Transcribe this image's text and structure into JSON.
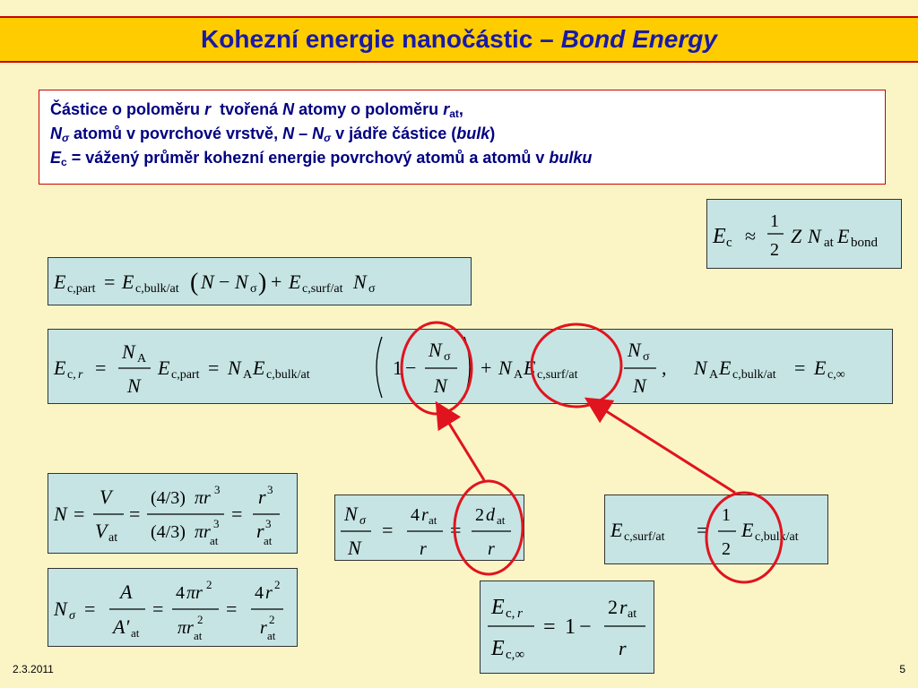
{
  "title": {
    "main": "Kohezní energie nanočástic –",
    "italic": "Bond Energy"
  },
  "textbox": {
    "line1_a": "Částice o poloměru",
    "line1_r": "r",
    "line1_b": "tvořená",
    "line1_N": "N",
    "line1_c": "atomy o poloměru",
    "line1_rat": "r",
    "line1_rat_sub": "at",
    "line1_end": ",",
    "line2_N": "N",
    "line2_sub": "σ",
    "line2_a": "atomů v povrchové vrstvě,",
    "line2_N2": "N",
    "line2_dash": "–",
    "line2_N3": "N",
    "line2_sub2": "σ",
    "line2_b": "v jádře částice (",
    "line2_bulk": "bulk",
    "line2_end": ")",
    "line3_E": "E",
    "line3_sub": "c",
    "line3_a": "= vážený průměr kohezní energie povrchový atomů a atomů v",
    "line3_bulku": "bulku"
  },
  "footer": {
    "date": "2.3.2011",
    "page": "5"
  },
  "colors": {
    "title_bg": "#ffcc00",
    "title_text": "#1a1aa6",
    "slide_bg": "#fbf5c6",
    "equation_bg": "#c6e4e4",
    "annotation": "#e0141e"
  }
}
